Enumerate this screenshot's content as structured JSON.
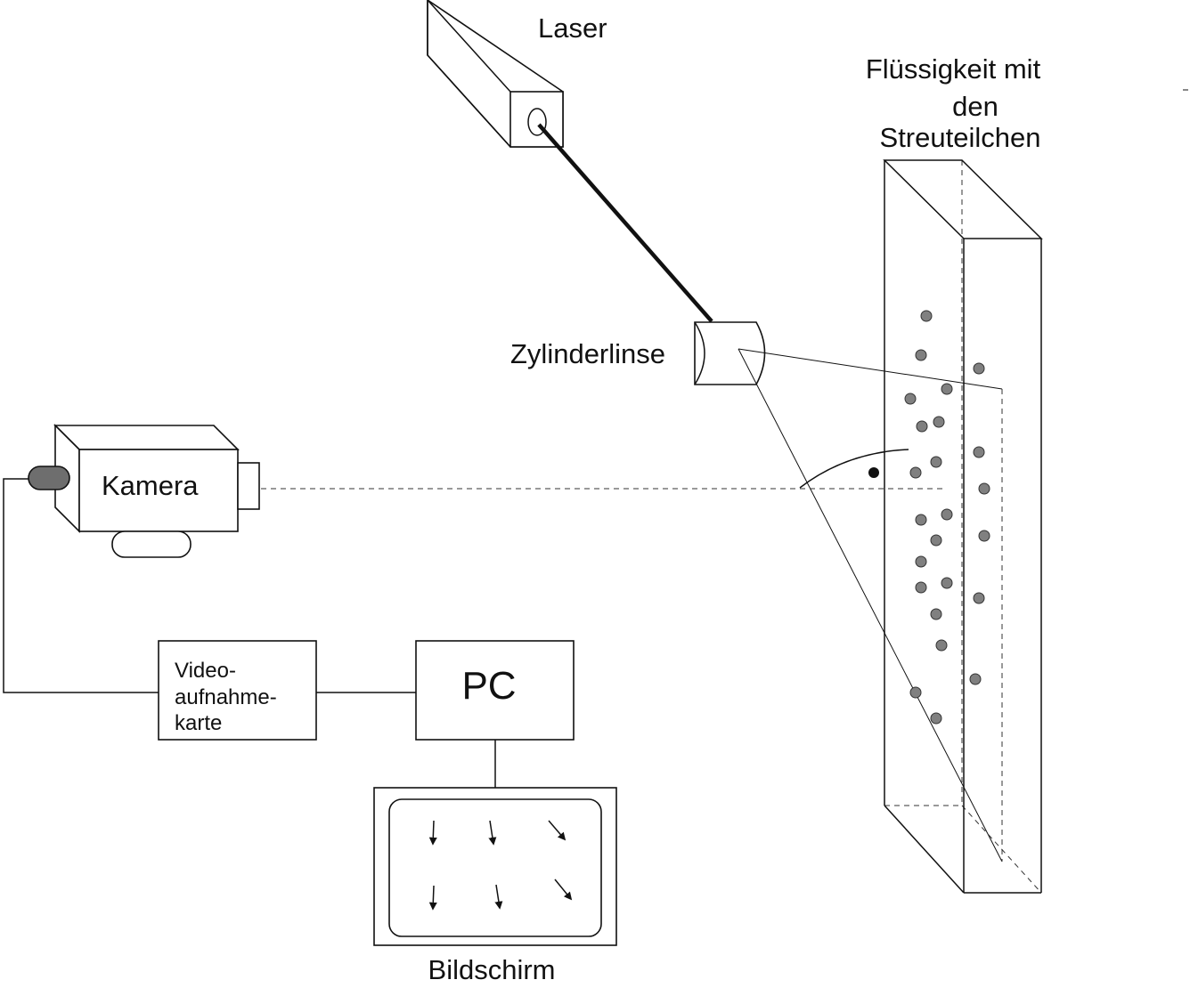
{
  "labels": {
    "laser": "Laser",
    "fluid_line1": "Flüssigkeit mit",
    "fluid_line2": "den",
    "fluid_line3": "Streuteilchen",
    "lens": "Zylinderlinse",
    "camera": "Kamera",
    "card_line1": "Video-",
    "card_line2": "aufnahme-",
    "card_line3": "karte",
    "pc": "PC",
    "screen": "Bildschirm"
  },
  "colors": {
    "stroke": "#111111",
    "particle": "#808080",
    "camera_plug": "#6e6e6e"
  }
}
